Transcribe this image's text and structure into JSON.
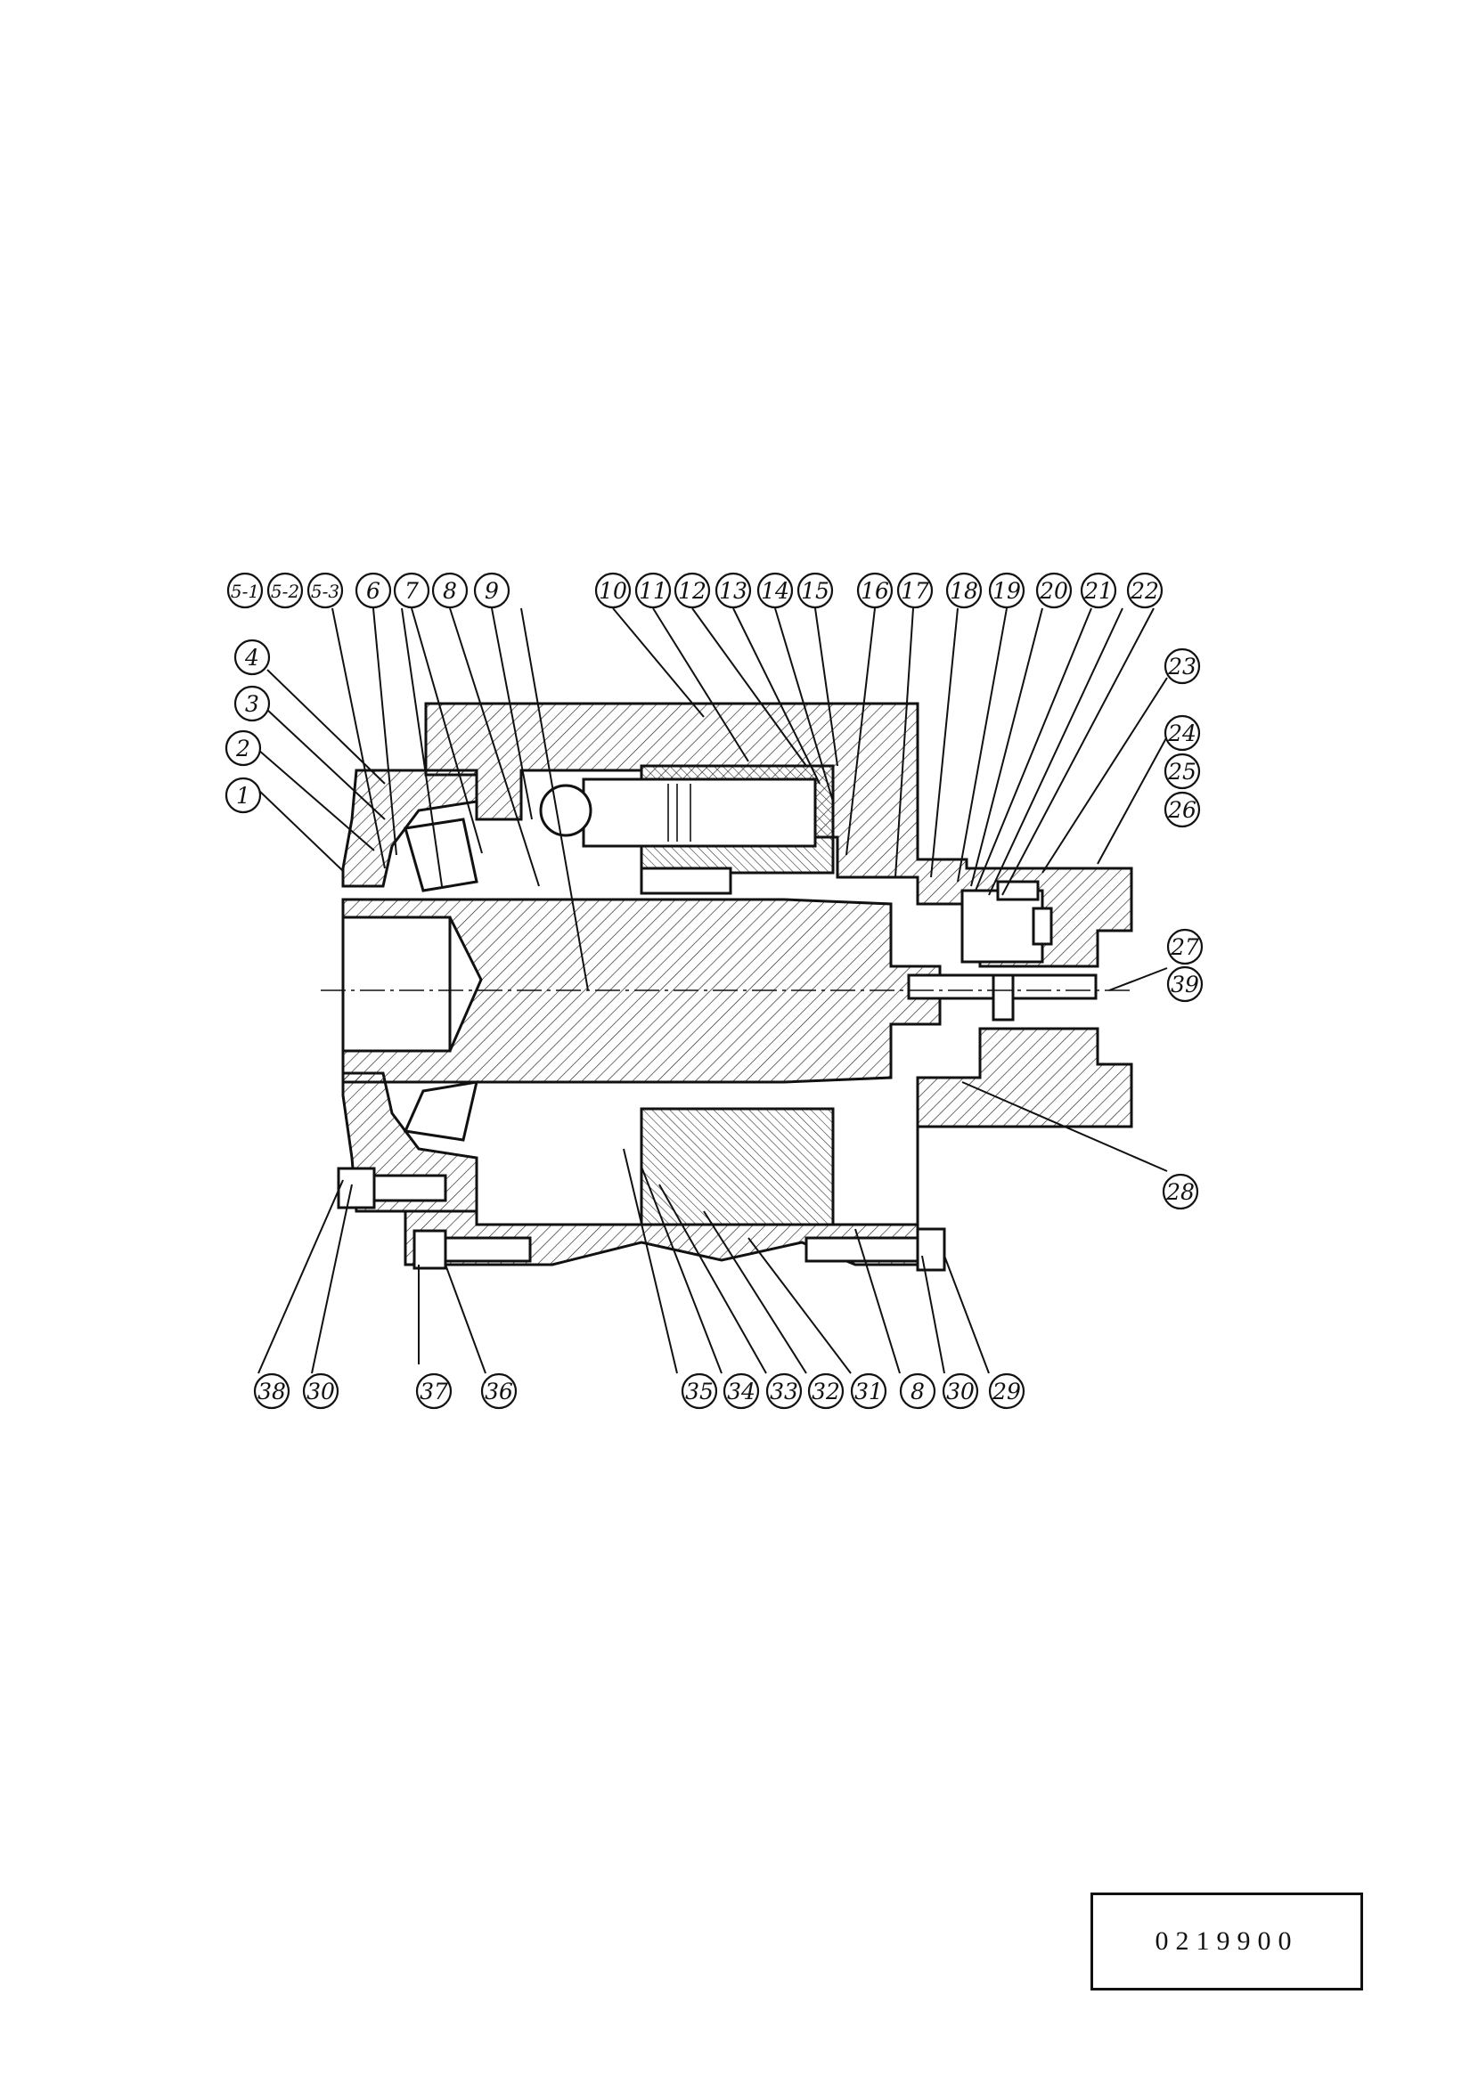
{
  "drawing": {
    "callouts_top": [
      "5-1",
      "5-2",
      "5-3",
      "6",
      "7",
      "8",
      "9",
      "10",
      "11",
      "12",
      "13",
      "14",
      "15",
      "16",
      "17",
      "18",
      "19",
      "20",
      "21",
      "22"
    ],
    "callouts_left": [
      "4",
      "3",
      "2",
      "1"
    ],
    "callouts_right": [
      "23",
      "24",
      "25",
      "26",
      "27",
      "39",
      "28"
    ],
    "callouts_bottom": [
      "38",
      "30",
      "37",
      "36",
      "35",
      "34",
      "33",
      "32",
      "31",
      "8",
      "30",
      "29"
    ],
    "document_number": "0219900"
  }
}
